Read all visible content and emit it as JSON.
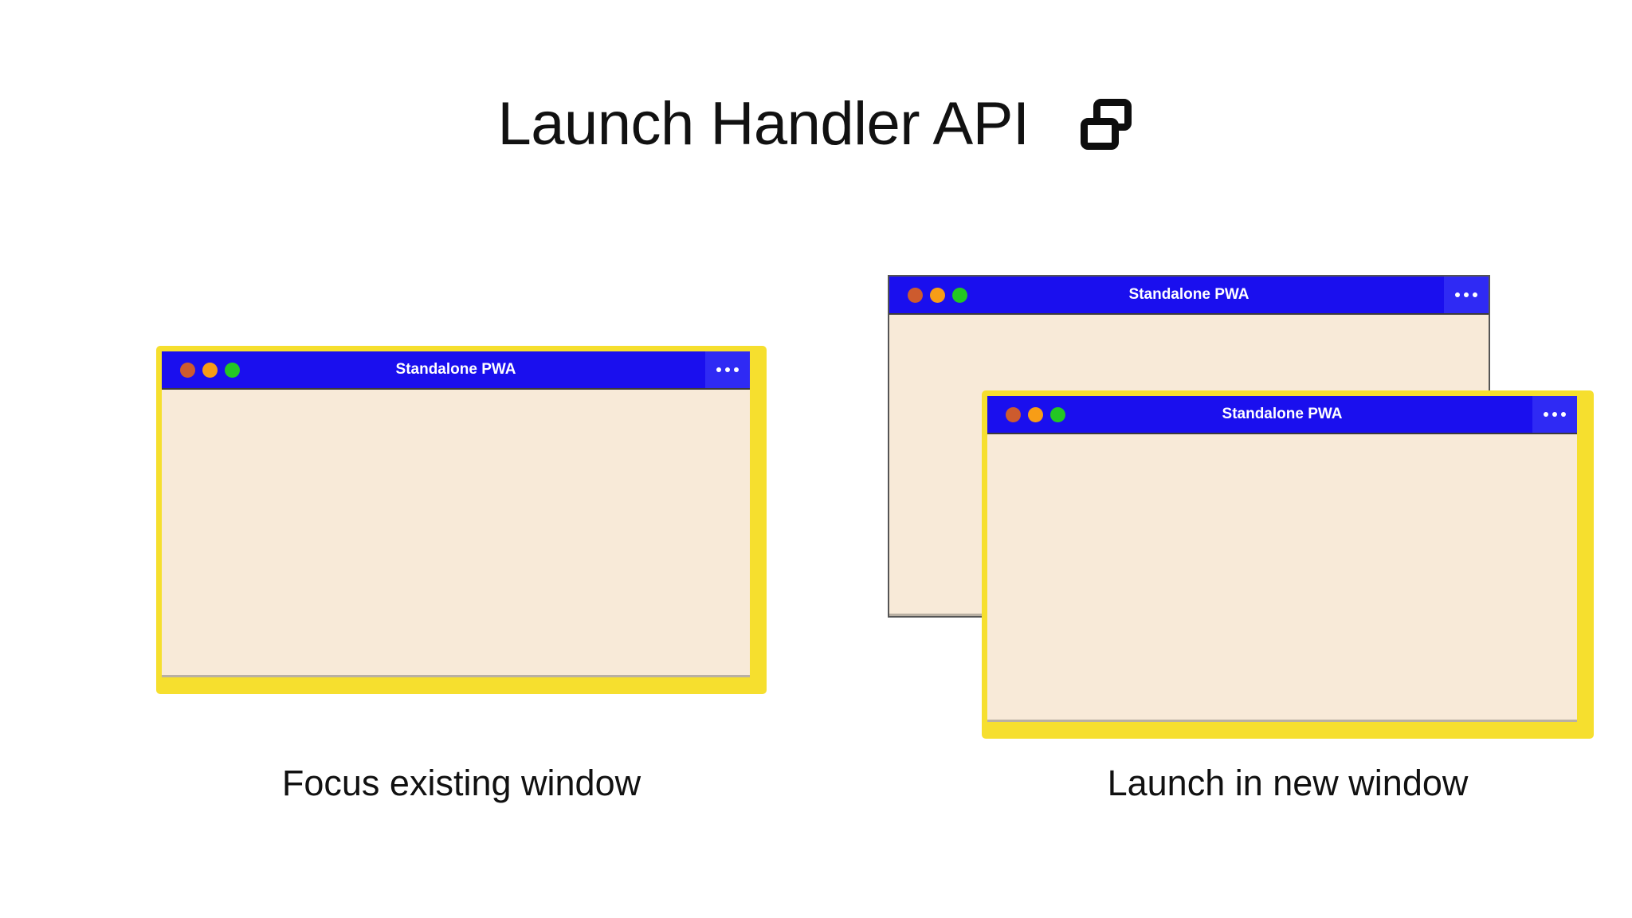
{
  "heading": {
    "title": "Launch Handler API",
    "icon": "multi-window-icon"
  },
  "colors": {
    "background": "#ffffff",
    "titlebar_blue": "#1a0fee",
    "menu_panel_blue": "#2f2af4",
    "window_body_cream": "#f8ead8",
    "focus_ring_yellow": "#f6df2e",
    "unfocused_border_gray": "#555555",
    "dot_red": "#cd5b2e",
    "dot_amber": "#f79d16",
    "dot_green": "#23c723",
    "text_dark": "#111111",
    "titlebar_text": "#ffffff"
  },
  "scenarios": [
    {
      "id": "focus-existing",
      "caption": "Focus existing window",
      "windows": [
        {
          "id": "focus-existing-window",
          "title": "Standalone PWA",
          "focused": true,
          "menu_label": "…",
          "traffic_lights": [
            "close-dot",
            "minimize-dot",
            "maximize-dot"
          ]
        }
      ]
    },
    {
      "id": "launch-new",
      "caption": "Launch in new window",
      "windows": [
        {
          "id": "launch-new-back-window",
          "title": "Standalone PWA",
          "focused": false,
          "menu_label": "…",
          "traffic_lights": [
            "close-dot",
            "minimize-dot",
            "maximize-dot"
          ]
        },
        {
          "id": "launch-new-front-window",
          "title": "Standalone PWA",
          "focused": true,
          "menu_label": "…",
          "traffic_lights": [
            "close-dot",
            "minimize-dot",
            "maximize-dot"
          ]
        }
      ]
    }
  ]
}
